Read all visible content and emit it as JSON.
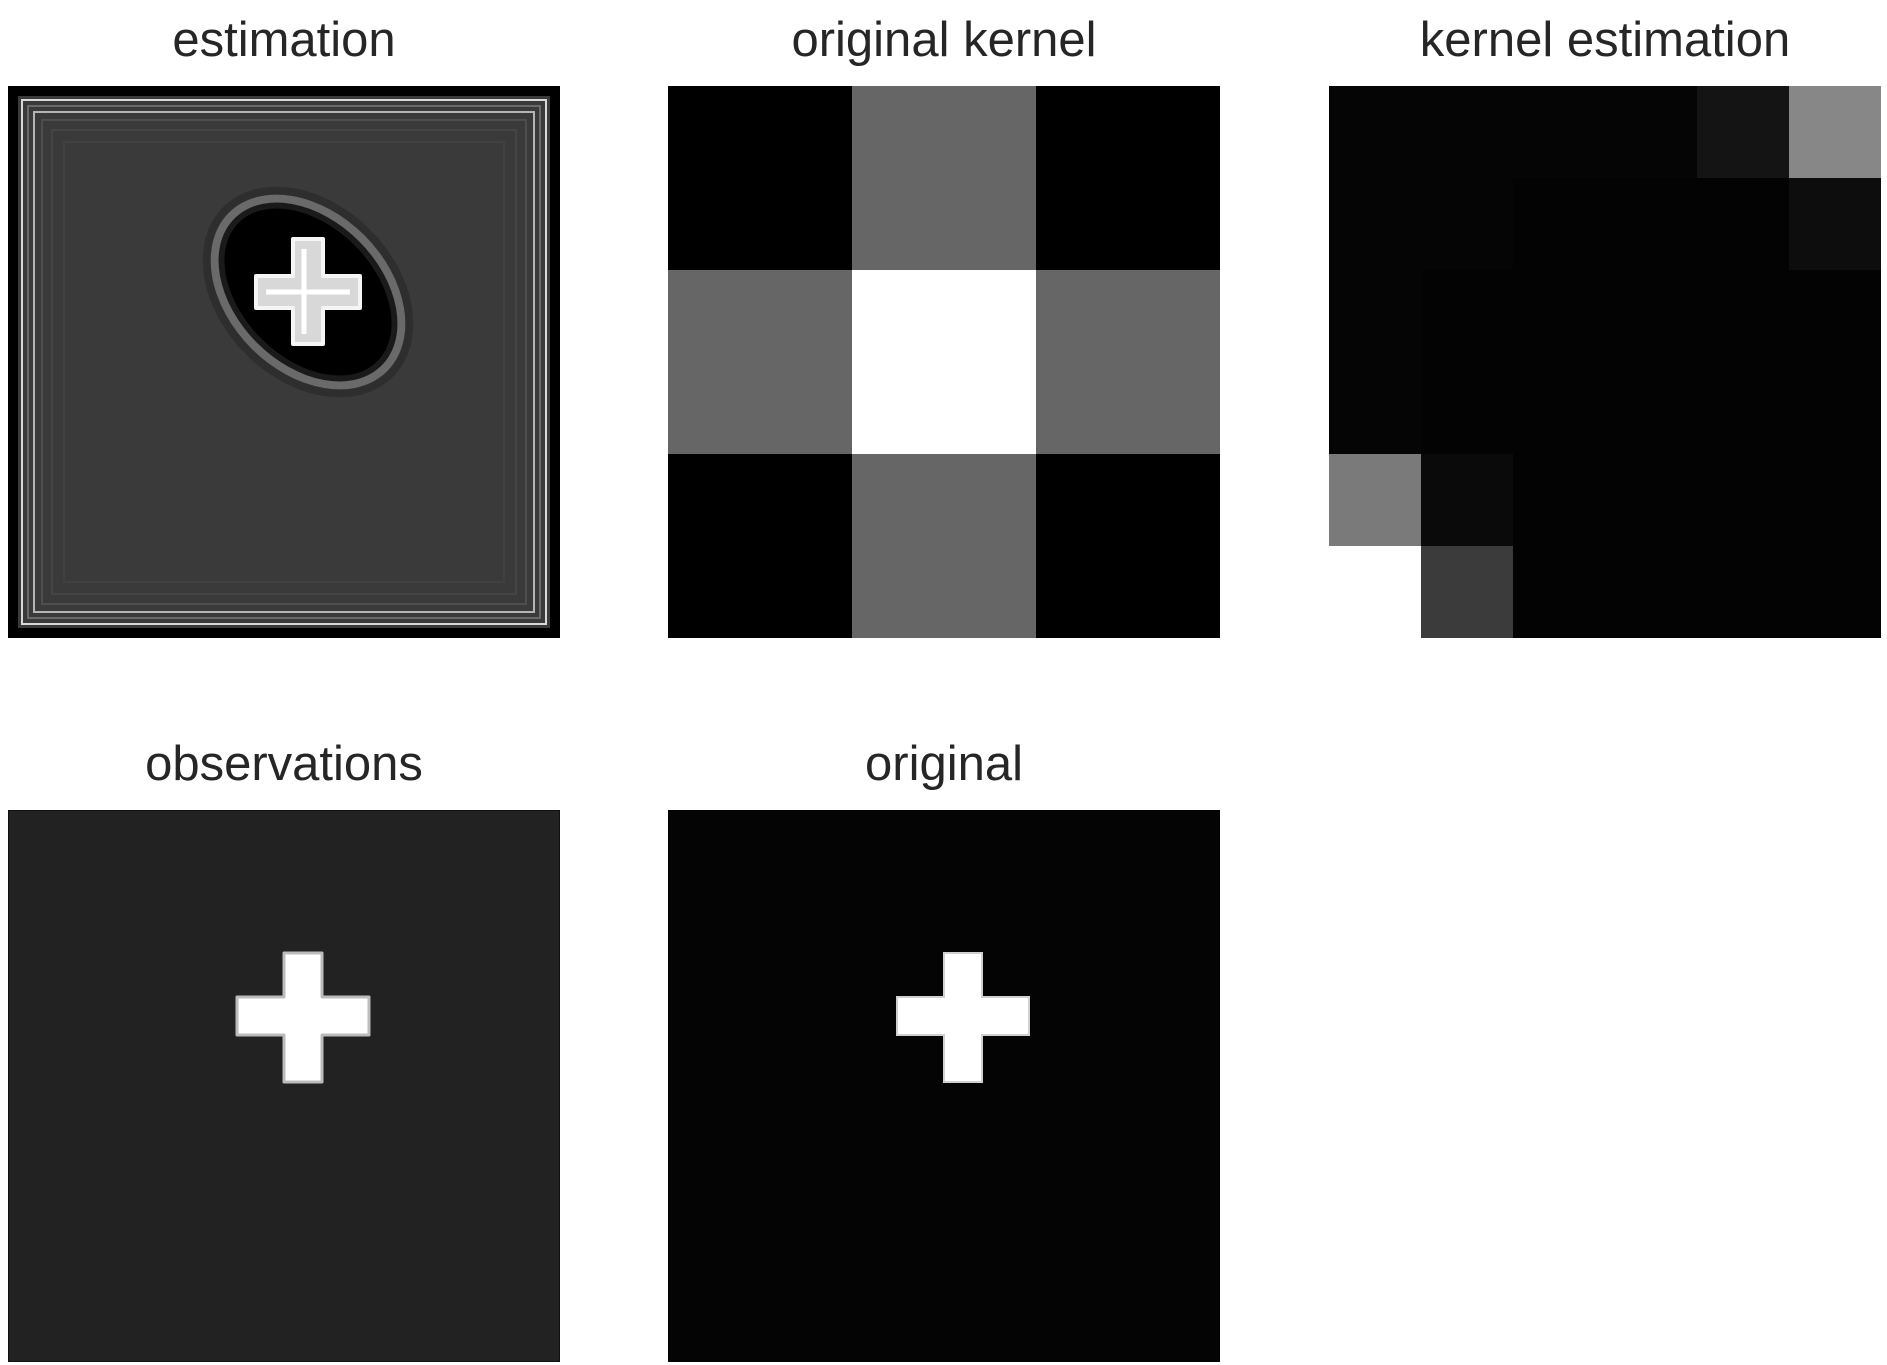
{
  "panels": {
    "estimation": {
      "title": "estimation"
    },
    "original_kernel": {
      "title": "original kernel",
      "grid": [
        [
          0.0,
          0.4,
          0.0
        ],
        [
          0.4,
          1.0,
          0.4
        ],
        [
          0.0,
          0.4,
          0.0
        ]
      ]
    },
    "kernel_estimation": {
      "title": "kernel estimation",
      "grid": [
        [
          0.02,
          0.02,
          0.02,
          0.02,
          0.08,
          0.53
        ],
        [
          0.02,
          0.02,
          0.01,
          0.01,
          0.01,
          0.05
        ],
        [
          0.02,
          0.01,
          0.01,
          0.01,
          0.01,
          0.01
        ],
        [
          0.02,
          0.01,
          0.01,
          0.01,
          0.01,
          0.01
        ],
        [
          0.48,
          0.04,
          0.01,
          0.01,
          0.01,
          0.01
        ],
        [
          1.0,
          0.23,
          0.01,
          0.01,
          0.01,
          0.01
        ]
      ]
    },
    "observations": {
      "title": "observations",
      "background": "#222222",
      "shape": "#ffffff"
    },
    "original": {
      "title": "original",
      "background": "#040404",
      "shape": "#ffffff"
    }
  }
}
